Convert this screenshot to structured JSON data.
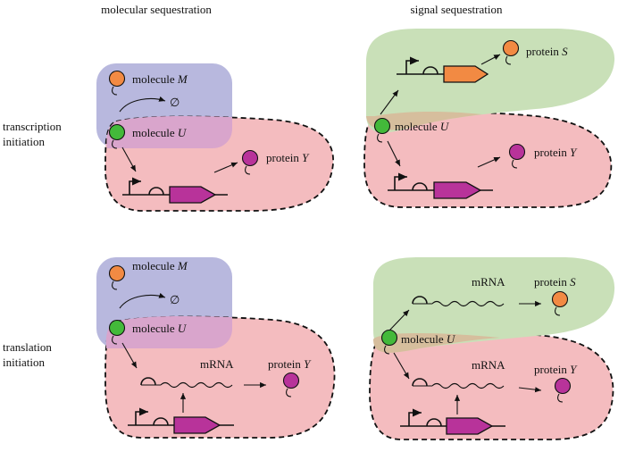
{
  "headers": {
    "left": "molecular sequestration",
    "right": "signal sequestration"
  },
  "rows": {
    "top": [
      "transcription",
      "initiation"
    ],
    "bottom": [
      "translation",
      "initiation"
    ]
  },
  "labels": {
    "molecule_M": "molecule",
    "molecule_U": "molecule",
    "protein_Y": "protein",
    "protein_S": "protein",
    "var_M": "M",
    "var_U": "U",
    "var_Y": "Y",
    "var_S": "S",
    "empty_set": "∅",
    "mrna": "mRNA"
  },
  "colors": {
    "purple_region": "#b8b8de",
    "pink_region": "#f4bcbf",
    "green_region": "#c9e0b8",
    "overlap_purple_pink": "#d9a5cc",
    "overlap_green_pink": "#d6be9d",
    "molecule_M": "#f28a43",
    "molecule_U": "#43b93a",
    "protein_Y": "#b8339a",
    "protein_S": "#f28a43",
    "gene": "#b8339a",
    "gene_S": "#f28a43"
  }
}
